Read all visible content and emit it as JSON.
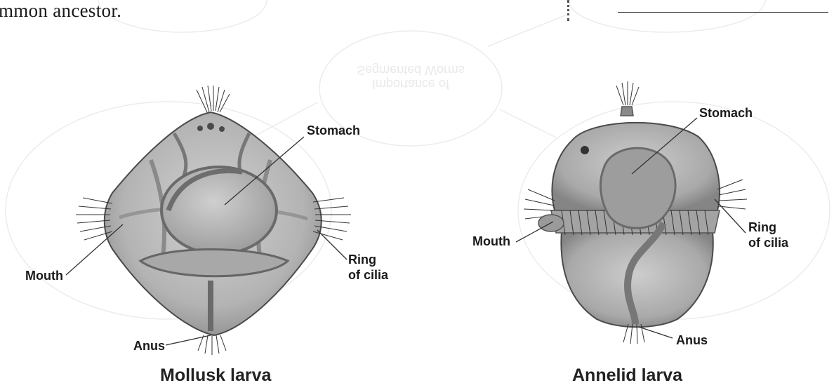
{
  "page": {
    "top_text": "mmon ancestor.",
    "faded_bubble_text": [
      "Importance of",
      "Segmented Worms"
    ]
  },
  "mollusk": {
    "caption": "Mollusk larva",
    "labels": {
      "stomach": "Stomach",
      "mouth": "Mouth",
      "ring_line1": "Ring",
      "ring_line2": "of cilia",
      "anus": "Anus"
    }
  },
  "annelid": {
    "caption": "Annelid larva",
    "labels": {
      "stomach": "Stomach",
      "mouth": "Mouth",
      "ring_line1": "Ring",
      "ring_line2": "of cilia",
      "anus": "Anus"
    }
  },
  "colors": {
    "body_fill": "#b9b9b9",
    "body_dark": "#8a8a8a",
    "stomach_fill": "#a6a6a6",
    "outline": "#4a4a4a",
    "faded_bubble": "#ececec"
  }
}
